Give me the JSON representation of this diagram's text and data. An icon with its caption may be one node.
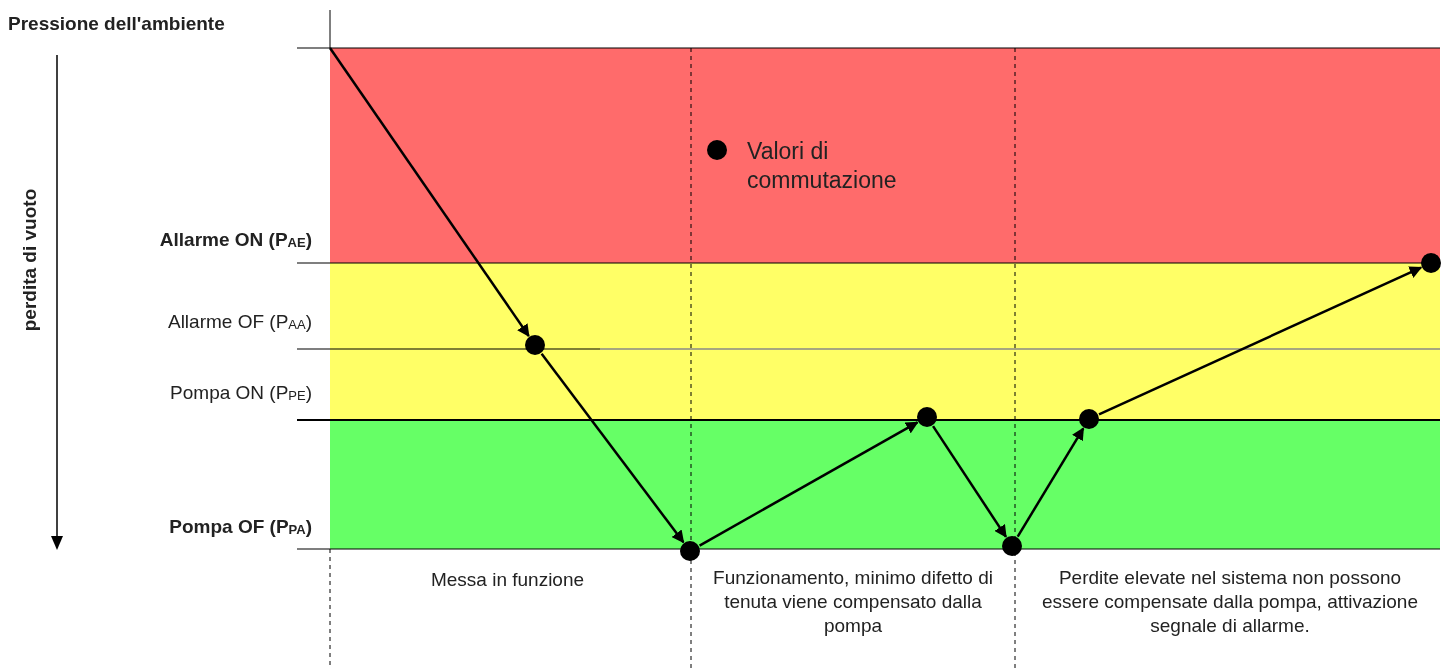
{
  "diagram": {
    "nodes": [
      {
        "text": [],
        "shape": "circle"
      },
      {
        "text": [],
        "shape": "circle"
      },
      {
        "text": [],
        "shape": "circle"
      },
      {
        "text": [],
        "shape": "circle"
      },
      {
        "text": [],
        "shape": "circle"
      },
      {
        "text": [],
        "shape": "circle"
      }
    ],
    "edges": [
      {
        "from": null,
        "to": 0,
        "arrow": "to"
      },
      {
        "from": 0,
        "to": 1,
        "arrow": "to"
      },
      {
        "from": 1,
        "to": 2,
        "arrow": "to"
      },
      {
        "from": 2,
        "to": 3,
        "arrow": "to"
      },
      {
        "from": 3,
        "to": 4,
        "arrow": "to"
      },
      {
        "from": 4,
        "to": 5,
        "arrow": "to"
      }
    ],
    "labels": [
      "Pressione dell'ambiente",
      "perdita di vuoto",
      "Allarme ON (P$_{AE}$)",
      "Allarme OF (P$_{AA}$)",
      "Pompa ON (P$_{PE}$)",
      "Pompa OF (P$_{PA}$)",
      "Messa in funzione",
      "Funzionamento, minimo difetto di tenuta viene compensato dalla pompa",
      "Perdite elevate nel sistema non possono essere compensate dalla pompa, attivazione segnale di allarme."
    ],
    "legend": [
      {
        "text": "Valori di commutazione"
      }
    ]
  }
}
